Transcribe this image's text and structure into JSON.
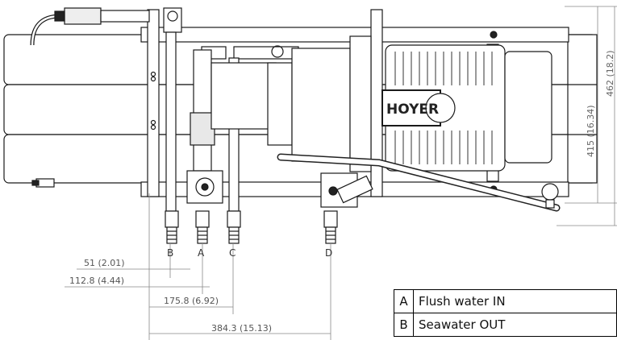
{
  "brand_label": "HOYER",
  "ports": [
    {
      "code": "B"
    },
    {
      "code": "A"
    },
    {
      "code": "C"
    },
    {
      "code": "D"
    }
  ],
  "dimensions": {
    "horizontal": [
      {
        "text": "51 (2.01)"
      },
      {
        "text": "112.8 (4.44)"
      },
      {
        "text": "175.8 (6.92)"
      },
      {
        "text": "384.3 (15.13)"
      }
    ],
    "vertical": [
      {
        "text": "415 (16.34)"
      },
      {
        "text": "462 (18.2)"
      }
    ]
  },
  "legend": [
    {
      "code": "A",
      "label": "Flush water IN"
    },
    {
      "code": "B",
      "label": "Seawater OUT"
    }
  ]
}
